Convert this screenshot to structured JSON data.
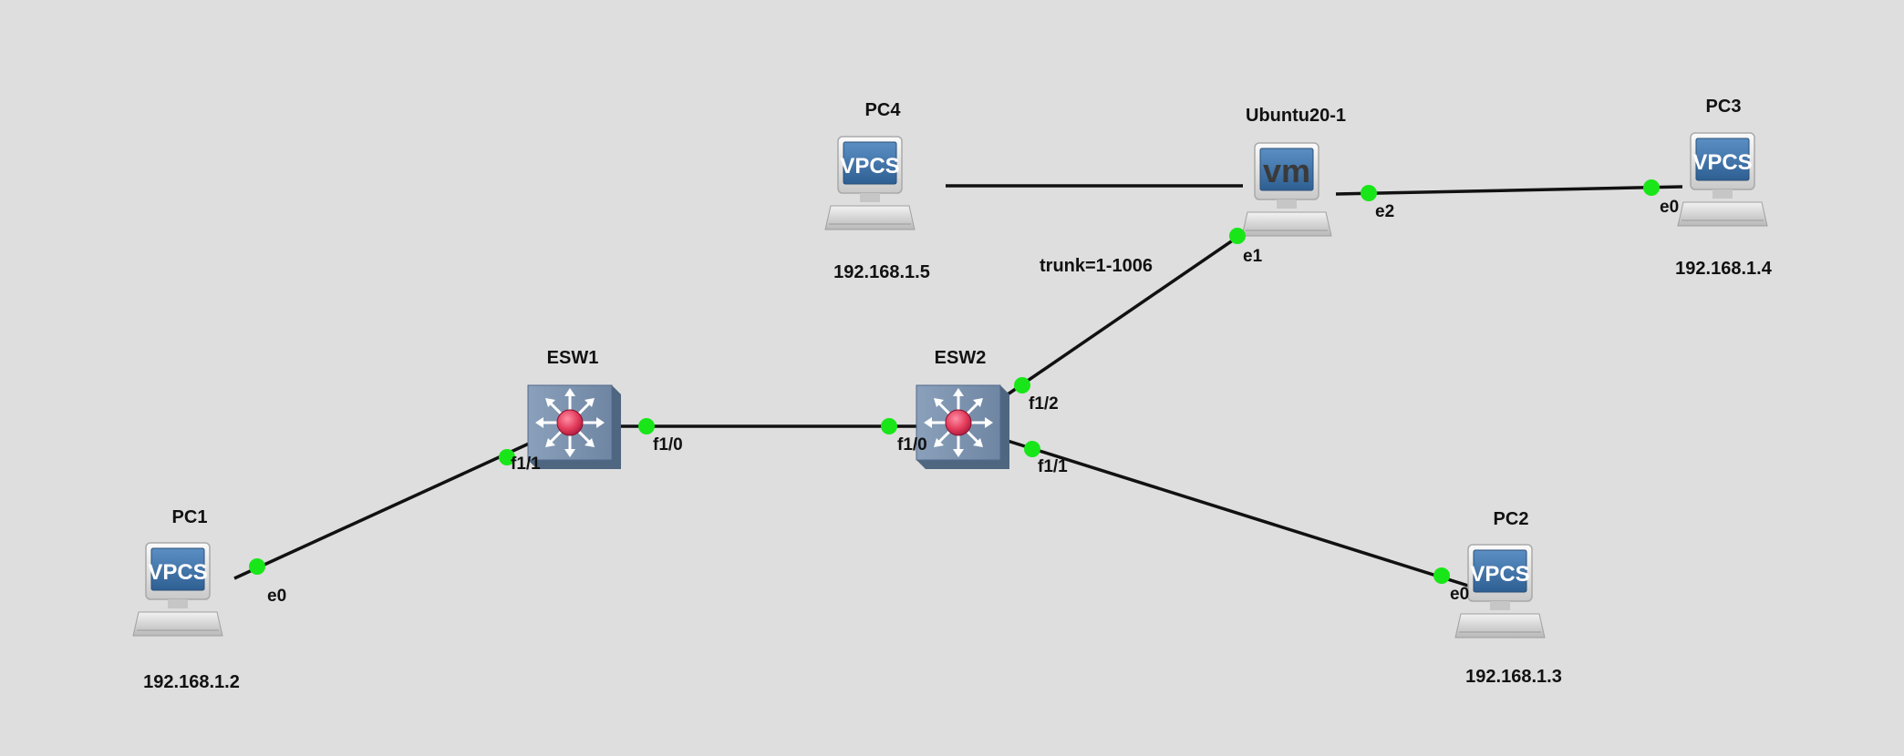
{
  "topology": {
    "nodes": {
      "pc1": {
        "name": "PC1",
        "type": "VPCS",
        "screen_text": "VPCS",
        "ip": "192.168.1.2",
        "icon": "computer-icon"
      },
      "pc2": {
        "name": "PC2",
        "type": "VPCS",
        "screen_text": "VPCS",
        "ip": "192.168.1.3",
        "icon": "computer-icon"
      },
      "pc3": {
        "name": "PC3",
        "type": "VPCS",
        "screen_text": "VPCS",
        "ip": "192.168.1.4",
        "icon": "computer-icon"
      },
      "pc4": {
        "name": "PC4",
        "type": "VPCS",
        "screen_text": "VPCS",
        "ip": "192.168.1.5",
        "icon": "computer-icon"
      },
      "ubuntu": {
        "name": "Ubuntu20-1",
        "type": "vm",
        "screen_text": "vm",
        "icon": "vm-icon"
      },
      "esw1": {
        "name": "ESW1",
        "type": "switch",
        "icon": "multilayer-switch-icon"
      },
      "esw2": {
        "name": "ESW2",
        "type": "switch",
        "icon": "multilayer-switch-icon"
      }
    },
    "links": {
      "pc1_esw1": {
        "a_port": "e0",
        "b_port": "f1/1"
      },
      "esw1_esw2": {
        "a_port": "f1/0",
        "b_port": "f1/0"
      },
      "esw2_pc2": {
        "a_port": "f1/1",
        "b_port": "e0"
      },
      "esw2_ubuntu": {
        "a_port": "f1/2",
        "b_port": "e1",
        "label": "trunk=1-1006"
      },
      "ubuntu_pc3": {
        "a_port": "e2",
        "b_port": "e0"
      },
      "pc4_ubuntu": {
        "a_port": "",
        "b_port": ""
      }
    },
    "colors": {
      "background": "#dedede",
      "link": "#111111",
      "port_up": "#19e619",
      "switch_body": "#6f86a3",
      "switch_led": "#e23a5a",
      "vpcs_screen": "#3f73a8"
    }
  }
}
